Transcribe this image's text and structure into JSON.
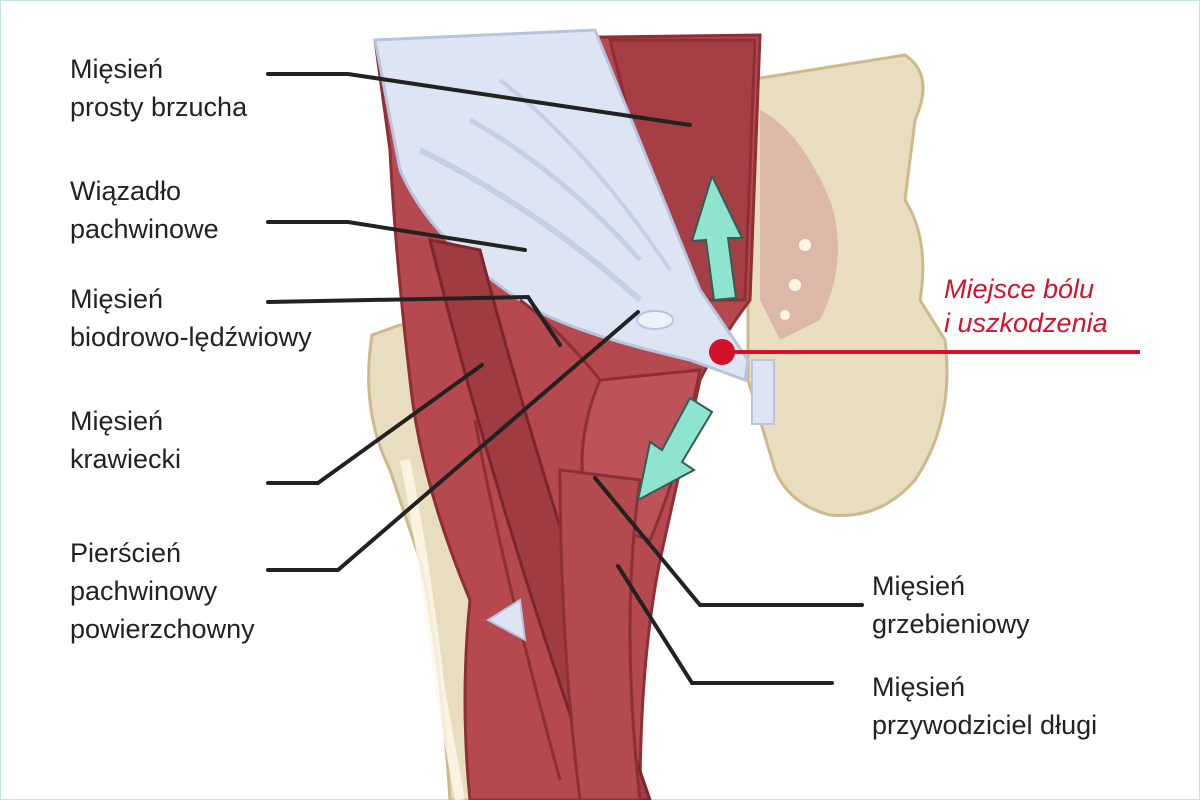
{
  "colors": {
    "muscle": "#b5494f",
    "muscle_dark": "#8e2f35",
    "muscle_light": "#cf7b7f",
    "ligament": "#dde5f5",
    "ligament_edge": "#b8c4de",
    "bone": "#e9ddc0",
    "bone_dark": "#cdb98c",
    "arrow": "#8ee4cf",
    "arrow_edge": "#2f5f57",
    "leader": "#222222",
    "pain": "#d3132a"
  },
  "labels": {
    "rectus": [
      "Mięsień",
      "prosty brzucha"
    ],
    "inguinal_ligament": [
      "Wiązadło",
      "pachwinowe"
    ],
    "iliopsoas": [
      "Mięsień",
      "biodrowo-lędźwiowy"
    ],
    "sartorius": [
      "Mięsień",
      "krawiecki"
    ],
    "inguinal_ring": [
      "Pierścień",
      "pachwinowy",
      "powierzchowny"
    ],
    "pectineus": [
      "Mięsień",
      "grzebieniowy"
    ],
    "adductor_longus": [
      "Mięsień",
      "przywodziciel długi"
    ],
    "pain_site": [
      "Miejsce bólu",
      "i uszkodzenia"
    ]
  }
}
